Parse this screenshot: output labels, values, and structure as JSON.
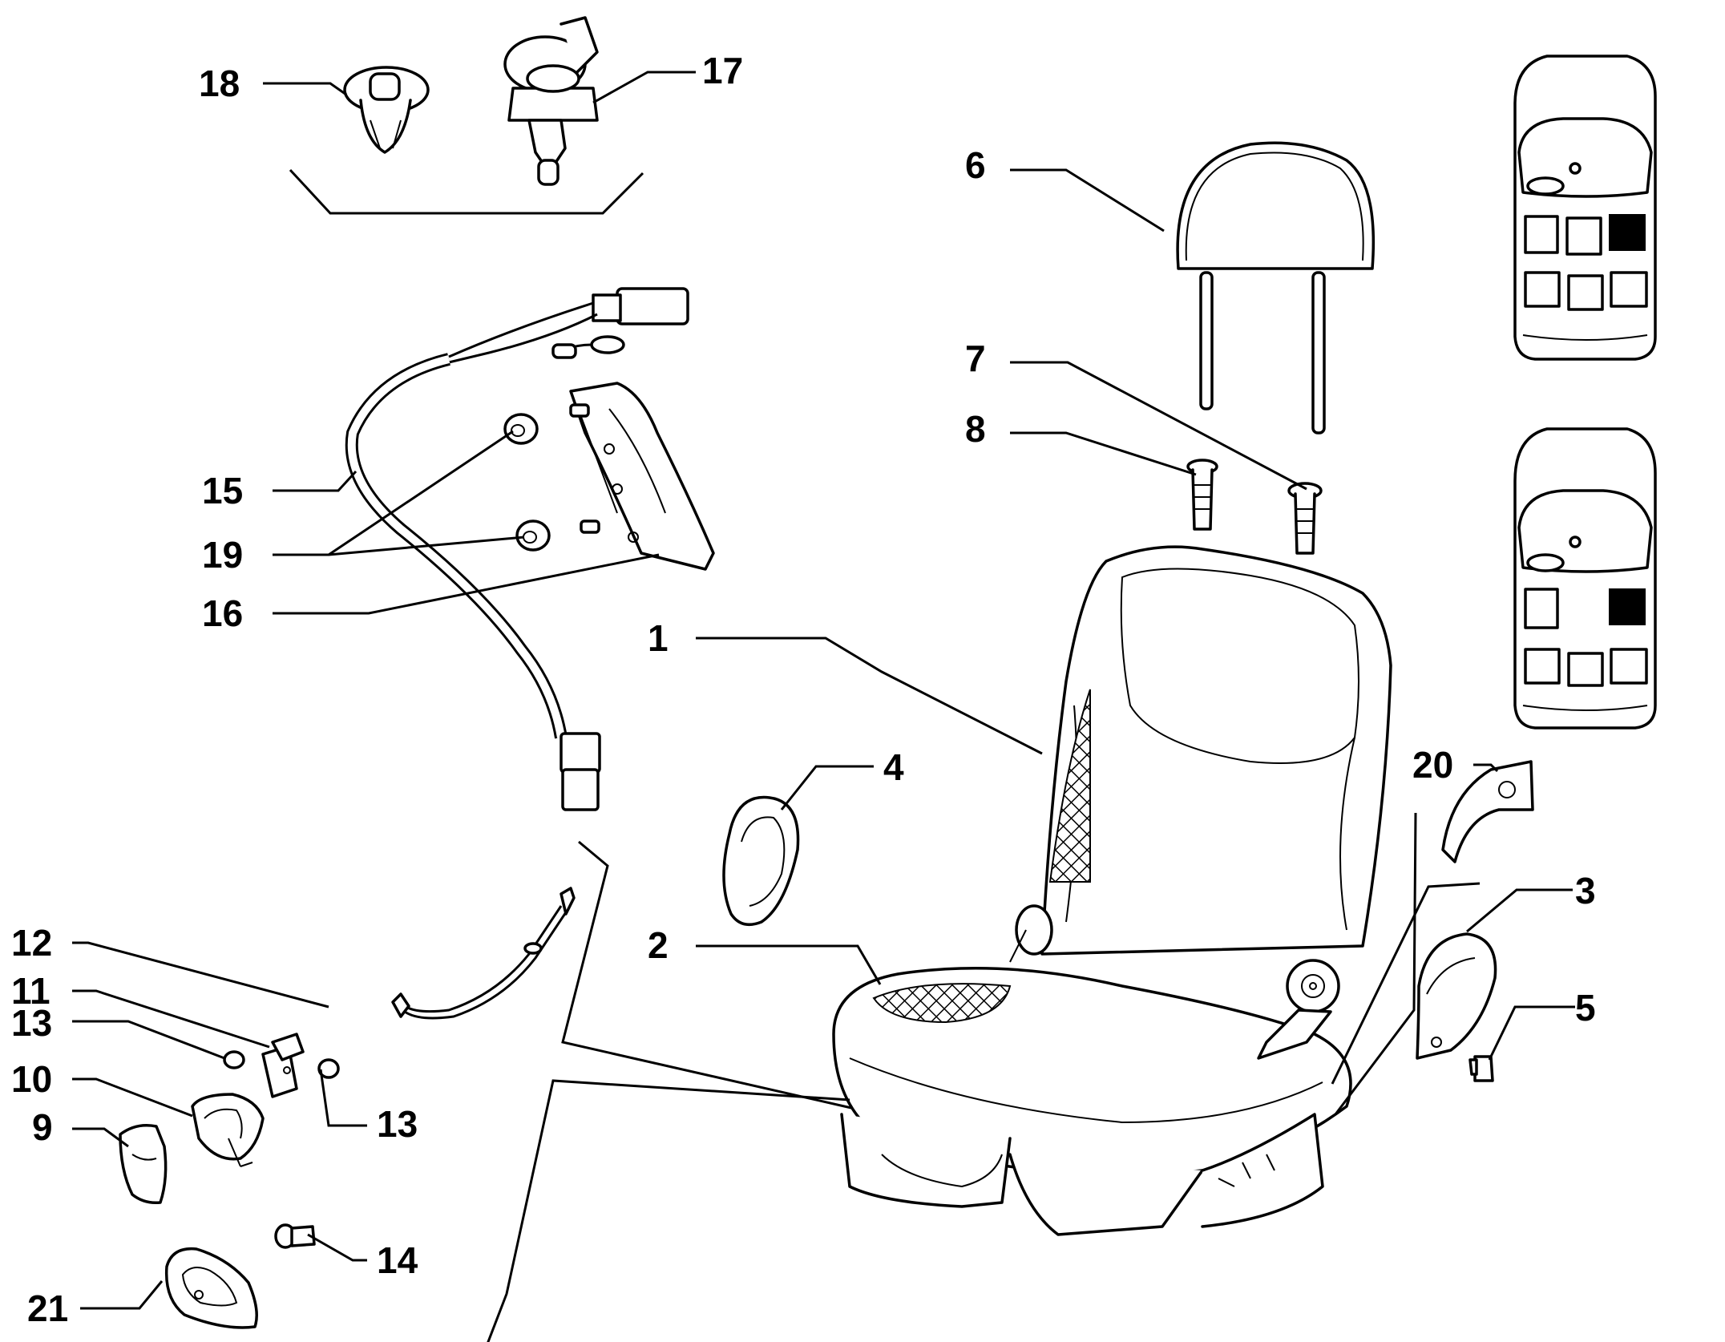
{
  "diagram": {
    "callouts": [
      "1",
      "2",
      "3",
      "4",
      "5",
      "6",
      "7",
      "8",
      "9",
      "10",
      "11",
      "12",
      "13",
      "13",
      "14",
      "15",
      "16",
      "17",
      "18",
      "19",
      "20",
      "21"
    ]
  }
}
